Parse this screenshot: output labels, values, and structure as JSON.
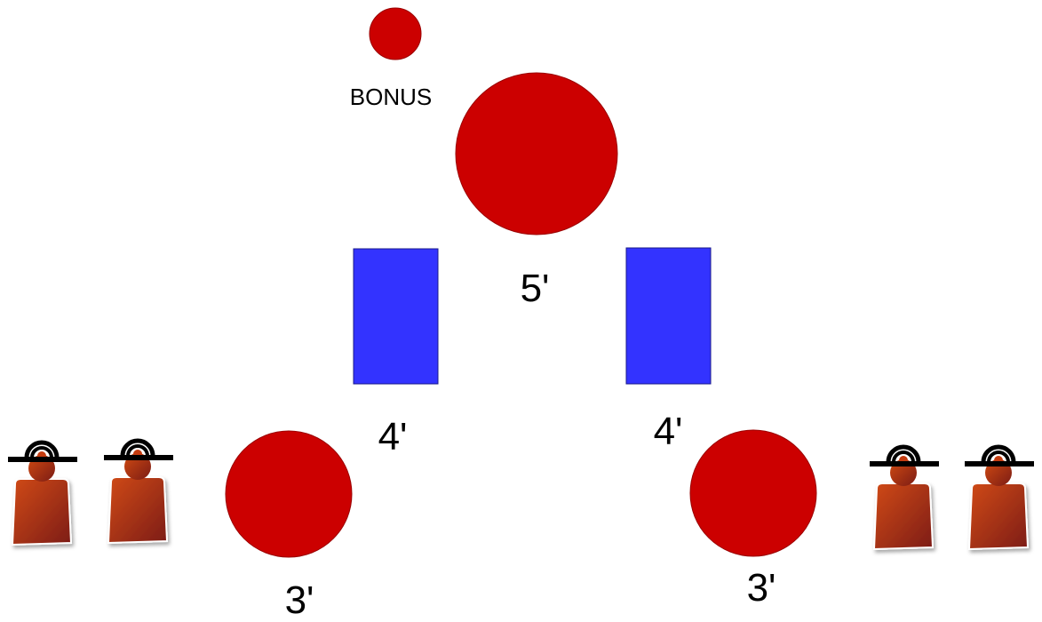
{
  "colors": {
    "target_red": "#cc0000",
    "cover_blue": "#3333ff",
    "shooter_orange": "#c43c10",
    "shooter_dark": "#8c2010",
    "hat_black": "#000000"
  },
  "labels": {
    "bonus": "BONUS",
    "center_target": "5'",
    "left_barrier": "4'",
    "right_barrier": "4'",
    "left_target": "3'",
    "right_target": "3'"
  },
  "icons": {
    "shooter": "shooter-figure-icon"
  },
  "shooters": {
    "left_count": 2,
    "right_count": 2
  }
}
